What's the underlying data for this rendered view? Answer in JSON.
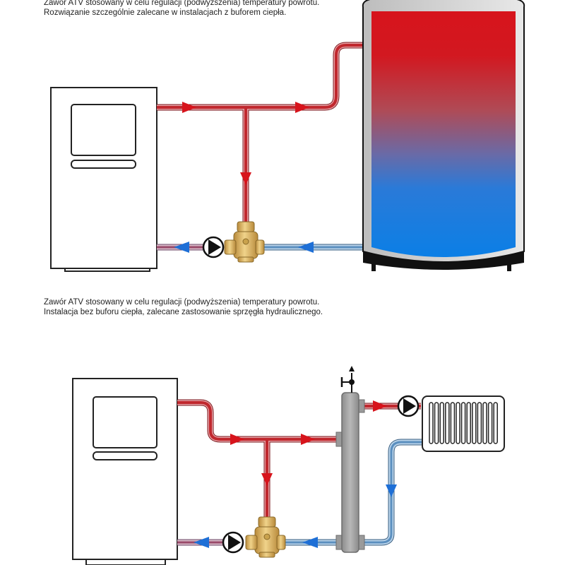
{
  "diagram_top": {
    "caption_line1": "Zawór ATV stosowany w celu regulacji (podwyższenia) temperatury powrotu.",
    "caption_line2": "Rozwiązanie szczególnie zalecane w instalacjach z buforem ciepła."
  },
  "diagram_bottom": {
    "caption_line1": "Zawór ATV stosowany w celu regulacji (podwyższenia) temperatury powrotu.",
    "caption_line2": "Instalacja bez buforu ciepła, zalecane zastosowanie sprzęgła hydraulicznego."
  },
  "colors": {
    "hot_pipe": "#c0282e",
    "cold_pipe": "#2a7dc4",
    "tank_top": "#d7141c",
    "tank_bottom": "#0d7fe0",
    "valve": "#d9b35a"
  }
}
